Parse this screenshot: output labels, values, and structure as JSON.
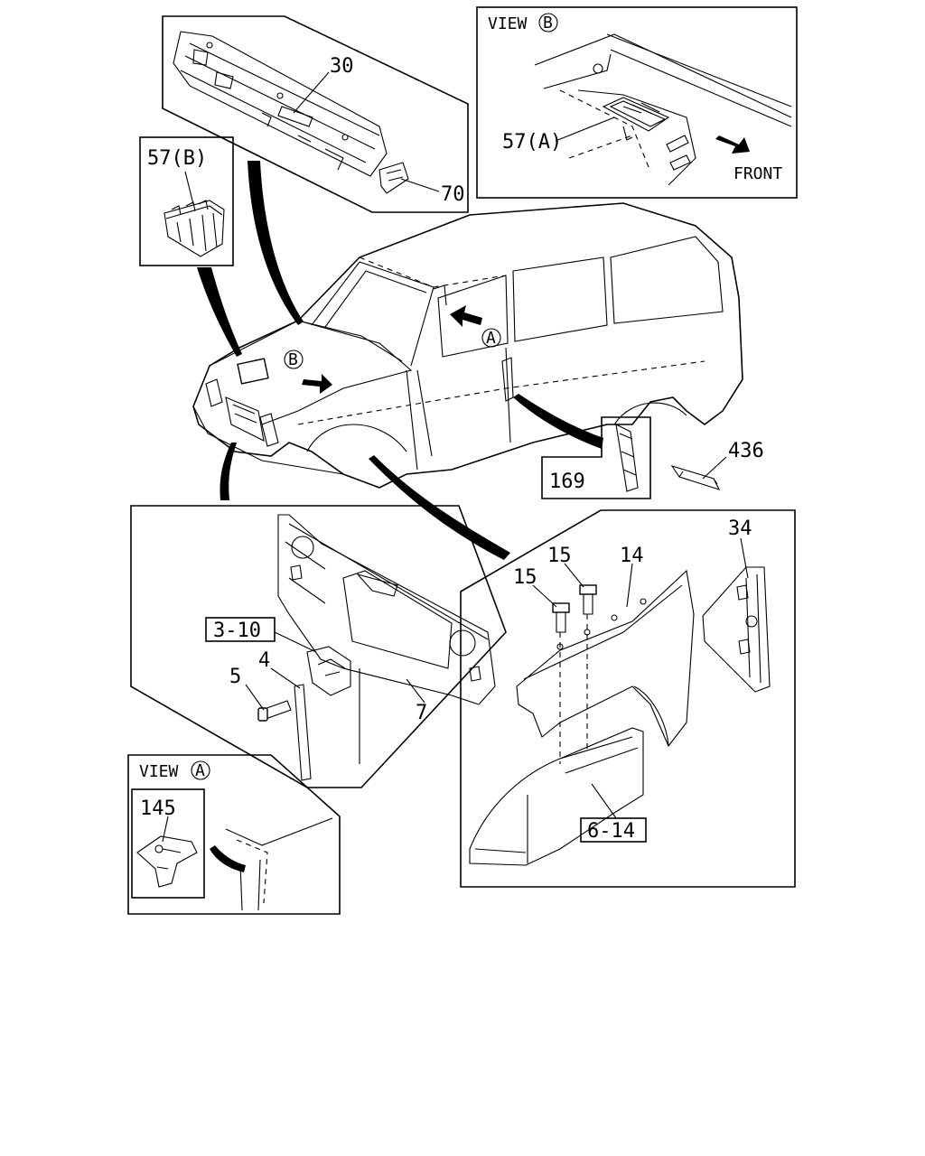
{
  "views": {
    "view_b_title": "VIEW",
    "view_b_letter": "B",
    "view_b_front": "FRONT",
    "view_a_title": "VIEW",
    "view_a_letter": "A"
  },
  "callouts": {
    "a": "A",
    "b": "B"
  },
  "parts": {
    "p30": "30",
    "p70": "70",
    "p57b": "57(B)",
    "p57a": "57(A)",
    "p436": "436",
    "p169": "169",
    "p3_10": "3-10",
    "p4": "4",
    "p5": "5",
    "p7": "7",
    "p15a": "15",
    "p15b": "15",
    "p14": "14",
    "p34": "34",
    "p6_14": "6-14",
    "p145": "145"
  }
}
